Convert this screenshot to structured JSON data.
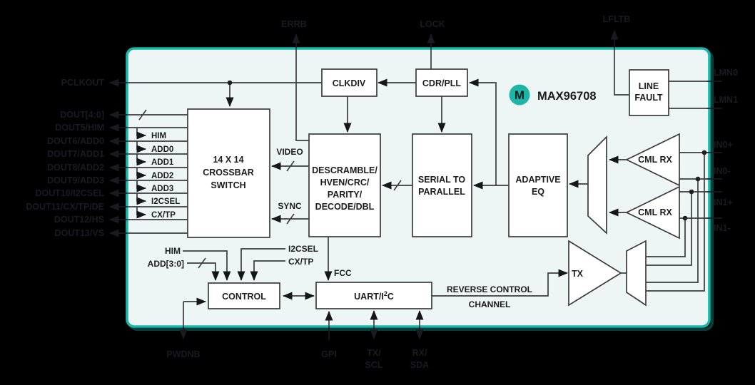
{
  "chip": {
    "part_number": "MAX96708",
    "logo_letter": "M"
  },
  "blocks": {
    "clkdiv": "CLKDIV",
    "cdr_pll": "CDR/PLL",
    "line_fault": [
      "LINE",
      "FAULT"
    ],
    "crossbar": [
      "14 X 14",
      "CROSSBAR",
      "SWITCH"
    ],
    "descramble": [
      "DESCRAMBLE/",
      "HVEN/CRC/",
      "PARITY/",
      "DECODE/DBL"
    ],
    "serial_to_parallel": [
      "SERIAL TO",
      "PARALLEL"
    ],
    "adaptive_eq": [
      "ADAPTIVE",
      "EQ"
    ],
    "control": "CONTROL",
    "uart": {
      "prefix": "UART/I",
      "sup": "2",
      "suffix": "C"
    },
    "cml_rx_top": "CML RX",
    "cml_rx_bottom": "CML RX",
    "tx": "TX"
  },
  "pins": {
    "left": [
      {
        "label": "PCLKOUT"
      },
      {
        "label": "DOUT[4:0]"
      },
      {
        "label": "DOUT5/HIM"
      },
      {
        "label": "DOUT6/ADD0"
      },
      {
        "label": "DOUT7/ADD1"
      },
      {
        "label": "DOUT8/ADD2"
      },
      {
        "label": "DOUT9/ADD3"
      },
      {
        "label": "DOUT10/I2CSEL"
      },
      {
        "label": "DOUT11/CX/TP/DE"
      },
      {
        "label": "DOUT12/HS"
      },
      {
        "label": "DOUT13/VS"
      }
    ],
    "top": [
      {
        "label": "ERRB"
      },
      {
        "label": "LOCK"
      },
      {
        "label": "LFLTB"
      }
    ],
    "right": [
      {
        "label": "LMN0"
      },
      {
        "label": "LMN1"
      },
      {
        "label": "IN0+"
      },
      {
        "label": "IN0-"
      },
      {
        "label": "IN1+"
      },
      {
        "label": "IN1-"
      }
    ],
    "bottom": [
      {
        "label": "PWDNB"
      },
      {
        "label": "GPI"
      },
      {
        "label": "TX/",
        "label2": "SCL"
      },
      {
        "label": "RX/",
        "label2": "SDA"
      }
    ]
  },
  "crossbar_input_taps": [
    "HIM",
    "ADD0",
    "ADD1",
    "ADD2",
    "ADD3",
    "I2CSEL",
    "CX/TP"
  ],
  "control_inputs": {
    "him": "HIM",
    "add_bus": "ADD[3:0]",
    "i2csel": "I2CSEL",
    "cx_tp": "CX/TP"
  },
  "signals": {
    "video": "VIDEO",
    "sync": "SYNC",
    "fcc": "FCC",
    "reverse_control": [
      "REVERSE CONTROL",
      "CHANNEL"
    ]
  },
  "colors": {
    "background": "#000000",
    "chip_fill": "#edf6f4",
    "chip_border": "#17b8ab",
    "block_fill": "#ffffff",
    "wire": "#3b3b3b",
    "arrow": "#161616",
    "outside": "#1a1a22",
    "logo_teal": "#1db5a7"
  }
}
